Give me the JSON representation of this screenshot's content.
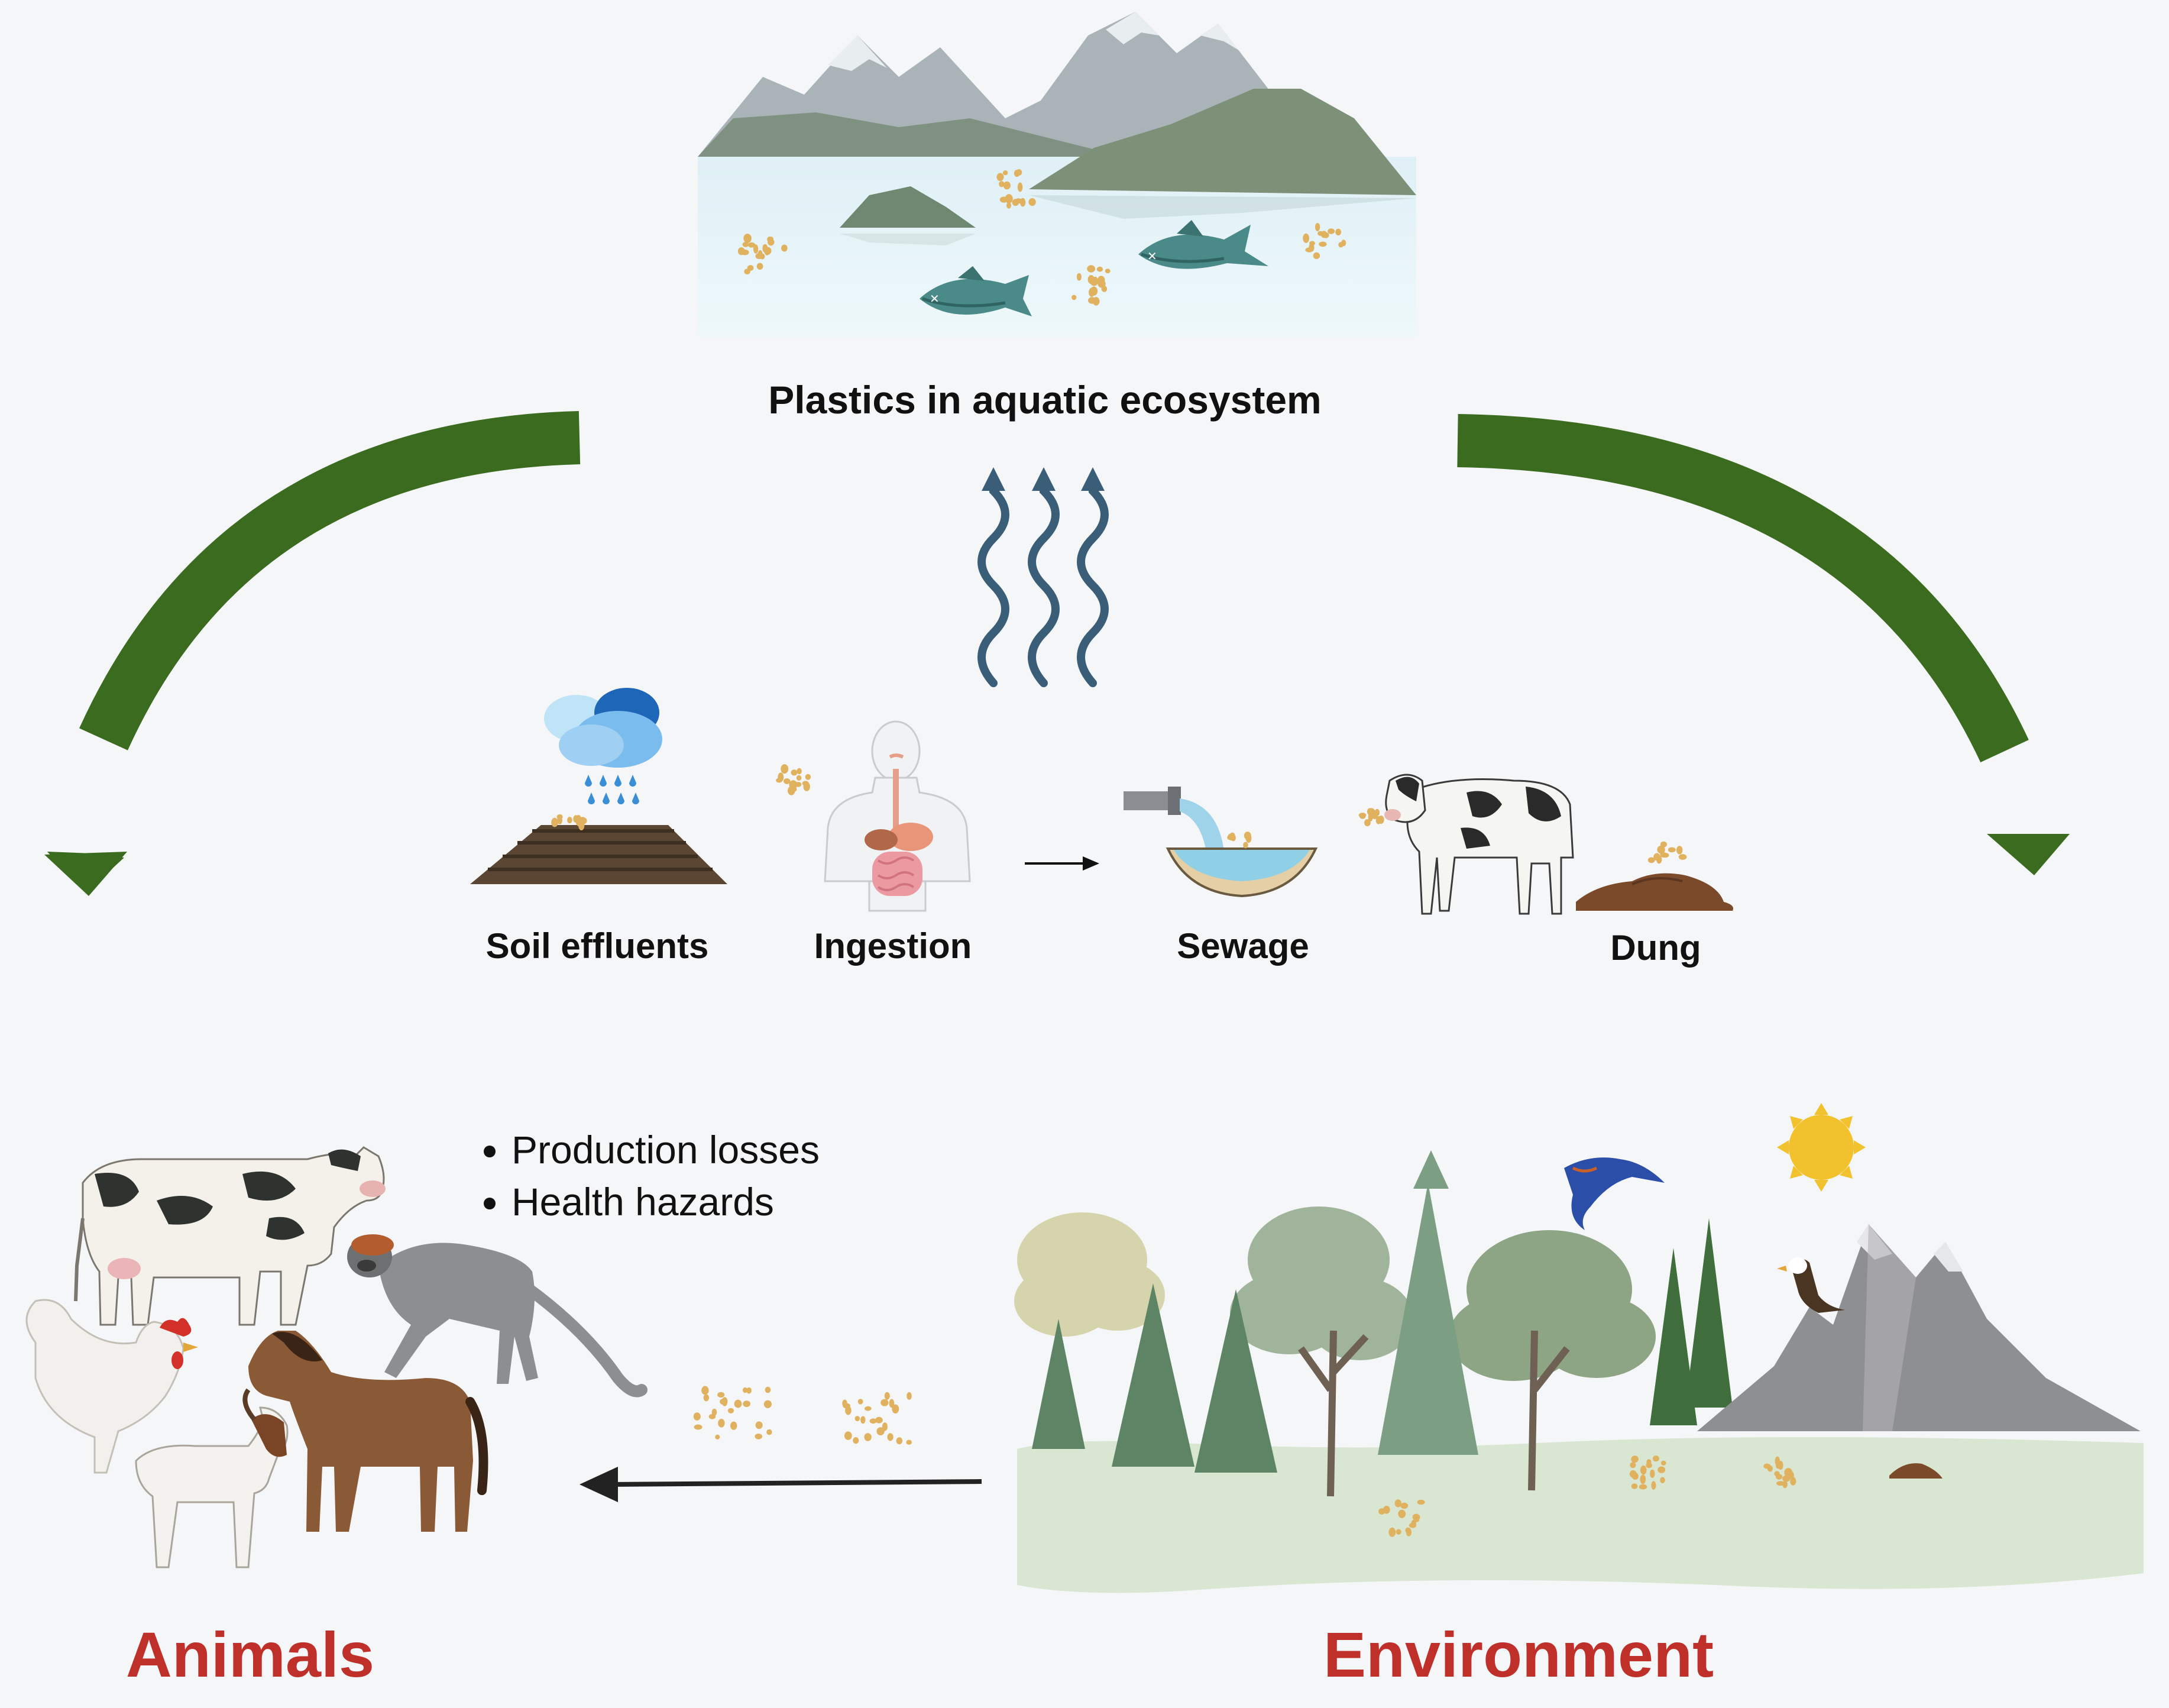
{
  "title": "Plastics in aquatic ecosystem",
  "steps": {
    "soil": "Soil effluents",
    "ingestion": "Ingestion",
    "sewage": "Sewage",
    "dung": "Dung"
  },
  "impacts": [
    "Production losses",
    "Health hazards"
  ],
  "animals_label": "Animals",
  "environment_label": "Environment",
  "colors": {
    "background": "#f5f6f8",
    "cycle_arrow": "#3a6b1f",
    "heading_red": "#c0302a",
    "microplastic": "#e0b260",
    "water": "#e6f4fa",
    "wavy_arrow": "#3b5e78"
  },
  "icons": [
    "lake-mountains",
    "fish",
    "rain-cloud",
    "soil-field",
    "human-digestive",
    "sewage-pipe",
    "calf",
    "dung-pile",
    "cow",
    "rooster",
    "goat",
    "horse",
    "monkey",
    "forest",
    "mountain",
    "sun",
    "swallow",
    "eagle"
  ]
}
